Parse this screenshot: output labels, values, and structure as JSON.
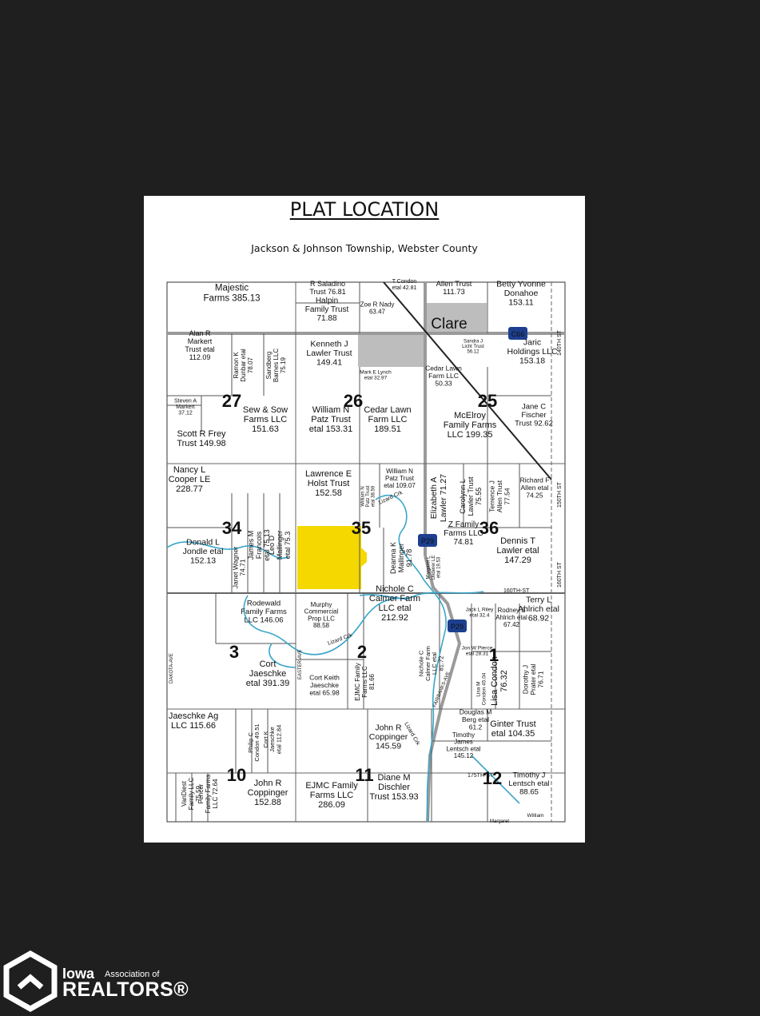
{
  "sheet": {
    "title": "PLAT LOCATION",
    "subtitle": "Jackson & Johnson Township, Webster County"
  },
  "colors": {
    "background": "#1f1f1f",
    "subject_parcel": "#f5d800",
    "creek": "#3aa6c9",
    "town": "#bdbdbd",
    "route_badge": "#1d3f8f"
  },
  "map": {
    "town_label": "Clare",
    "route_labels": [
      "C66",
      "P29",
      "P29"
    ],
    "street_labels": [
      "140TH ST",
      "150TH ST",
      "160TH ST",
      "160TH-ST",
      "175TH-ST",
      "DAKOTA-AVE",
      "EASTER-AVE",
      "FAIRBANKS-AVE"
    ],
    "creek_labels": [
      "Lizard Crk",
      "Lizard Crk",
      "Lizard Crk"
    ],
    "section_numbers": [
      "27",
      "26",
      "25",
      "34",
      "35",
      "36",
      "3",
      "2",
      "1",
      "10",
      "11",
      "12"
    ],
    "parcels": [
      "Majestic Farms 385.13",
      "R Saladino Trust 76.81",
      "T Condon etal 42.81",
      "Allen Trust 111.73",
      "Betty Yvonne Donahoe 153.11",
      "Halpin Family Trust 71.88",
      "Zoe R Nady 63.47",
      "Alan R Markert Trust etal 112.09",
      "Ramon K Dunbar etal 78.07",
      "Sandberg Barnes LLC 75.19",
      "Kenneth J Lawler Trust 149.41",
      "Mark E Lynch etal 32.97",
      "Sandra J Licht Trust 56.12",
      "Jaric Holdings LLC 153.18",
      "Cedar Lawn Farm LLC 50.33",
      "Steven A Markert 37.12",
      "Sew & Sow Farms LLC 151.63",
      "William N Patz Trust etal 153.31",
      "Cedar Lawn Farm LLC 189.51",
      "McElroy Family Farms LLC 199.35",
      "Jane C Fischer Trust 92.62",
      "Scott R Frey Trust 149.98",
      "Nancy L Cooper LE 228.77",
      "Lawrence E Holst Trust 152.58",
      "William N Patz Trust etal 38.59",
      "William N Patz Trust etal 109.07",
      "Elizabeth A Lawler 71.27",
      "Carolynn L Lawler Trust 75.55",
      "Terrence J Allen Trust 77.54",
      "Richard F Allen etal 74.25",
      "James M Francois etal 75.13",
      "Leo D Mallinger etal 75.3",
      "Janet Wagner 74.71",
      "Donald L Jondle etal 152.13",
      "Deanna K Mallinger 91.78",
      "Z Family Farms LLC 74.81",
      "Margaret L Underer LE etal 19.53",
      "Dennis T Lawler etal 147.29",
      "Rodewald Family Farms LLC 146.06",
      "Murphy Commercial Prop LLC 88.58",
      "Nichole C Calmer Farm LLC etal 212.92",
      "Nichole C Calmer Farm LLC etal 81.72",
      "Jack L Riley etal 32.4",
      "Rodney S Ahlrich etal 67.42",
      "Terry L Ahlrich etal 68.92",
      "Jon W Pierce etal 28.31",
      "Cort Jaeschke etal 391.39",
      "Cort Keith Jaeschke etal 65.98",
      "EJMC Family Farms LLC 81.66",
      "Lisa M Condon 45.04",
      "Lisa Condon 76.32",
      "Dorothy J Prater etal 76.71",
      "Jaeschke Ag LLC 115.66",
      "Philip C Condon 49.51",
      "Cort K Jaeschke etal 112.84",
      "Douglas M Berg etal 61.2",
      "Ginter Trust etal 104.35",
      "John R Coppinger 145.59",
      "Timothy James Lentsch etal 145.12",
      "VanDiest Family LLC 75.59",
      "Fencer Family Farms LLC 72.64",
      "John R Coppinger 152.88",
      "EJMC Family Farms LLC 286.09",
      "Diane M Dischler Trust 153.93",
      "Timothy J Lentsch etal 88.65",
      "William",
      "Margaret"
    ]
  },
  "branding": {
    "logo_text_1": "Iowa",
    "logo_text_2": "Association of",
    "logo_text_3": "REALTORS®"
  }
}
